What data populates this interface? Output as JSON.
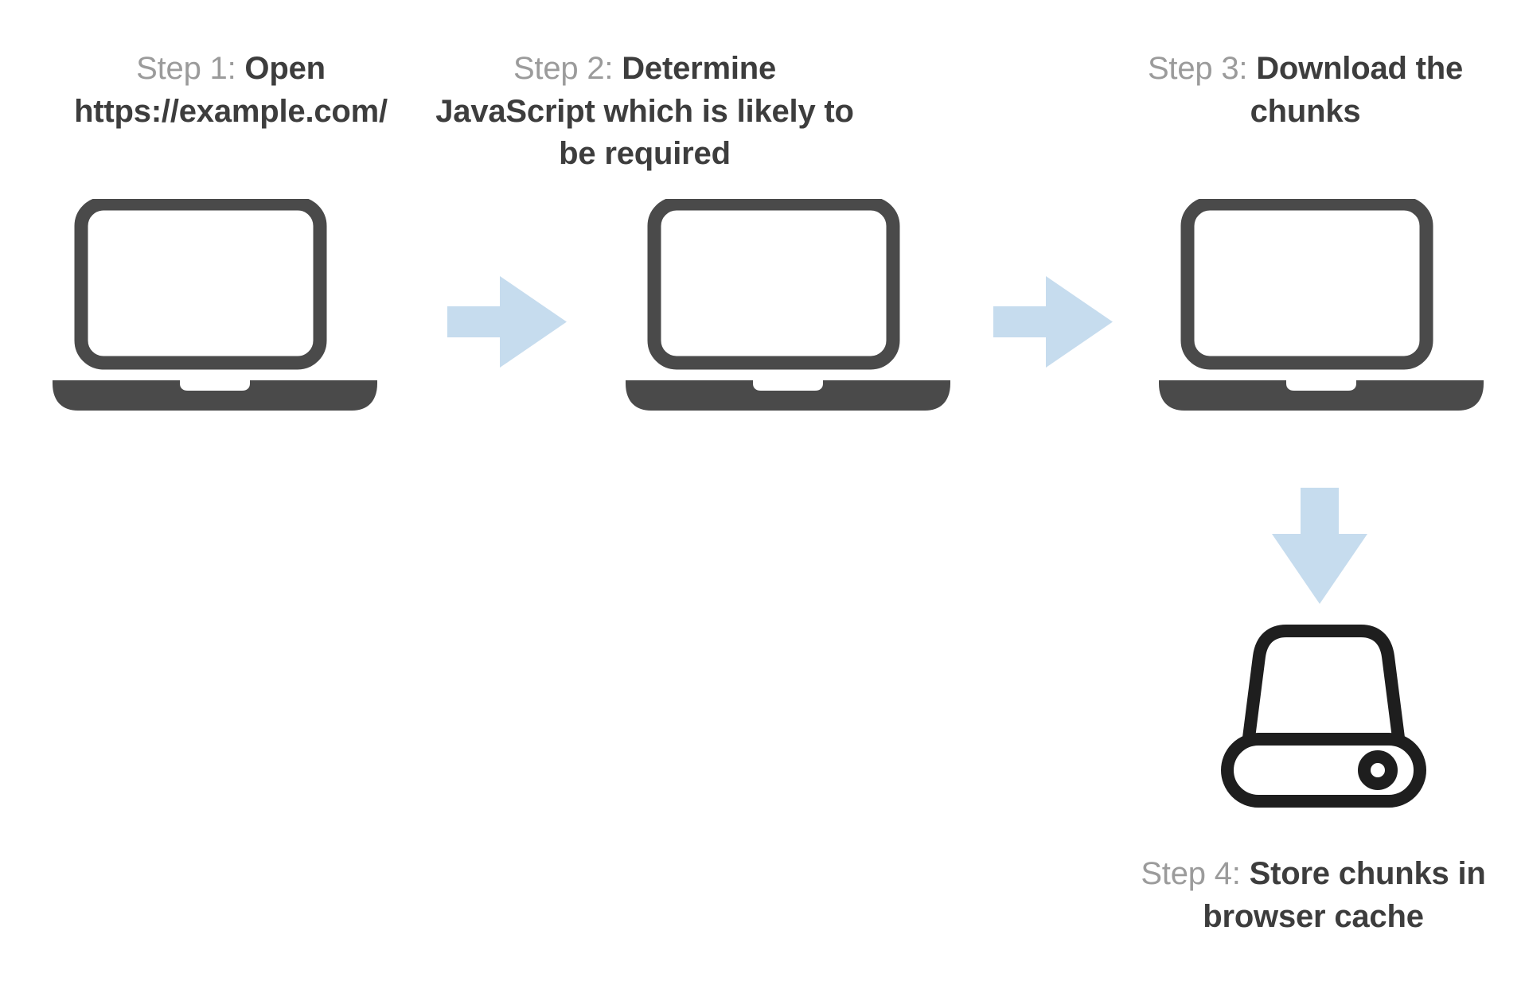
{
  "page": {
    "title": "Browser JavaScript chunk caching flow",
    "background_color": "#ffffff"
  },
  "colors": {
    "step_label_gray": "#9b9b9b",
    "step_text_dark": "#3d3d3d",
    "laptop_icon": "#4a4a4a",
    "drive_icon": "#1e1e1e",
    "arrow_blue": "#c6dcee"
  },
  "steps": [
    {
      "id": "step-1",
      "lead": "Step 1: ",
      "text": "Open https://example.com/",
      "icon": "laptop-icon"
    },
    {
      "id": "step-2",
      "lead": "Step 2: ",
      "text": "Determine JavaScript which is likely to be required",
      "icon": "laptop-icon"
    },
    {
      "id": "step-3",
      "lead": "Step 3: ",
      "text": "Download the chunks",
      "icon": "laptop-icon"
    },
    {
      "id": "step-4",
      "lead": "Step 4: ",
      "text": "Store chunks in browser cache",
      "icon": "hard-drive-icon"
    }
  ],
  "connectors": [
    {
      "id": "arrow-1",
      "direction": "right",
      "from": "step-1",
      "to": "step-2"
    },
    {
      "id": "arrow-2",
      "direction": "right",
      "from": "step-2",
      "to": "step-3"
    },
    {
      "id": "arrow-3",
      "direction": "down",
      "from": "step-3",
      "to": "step-4"
    }
  ]
}
